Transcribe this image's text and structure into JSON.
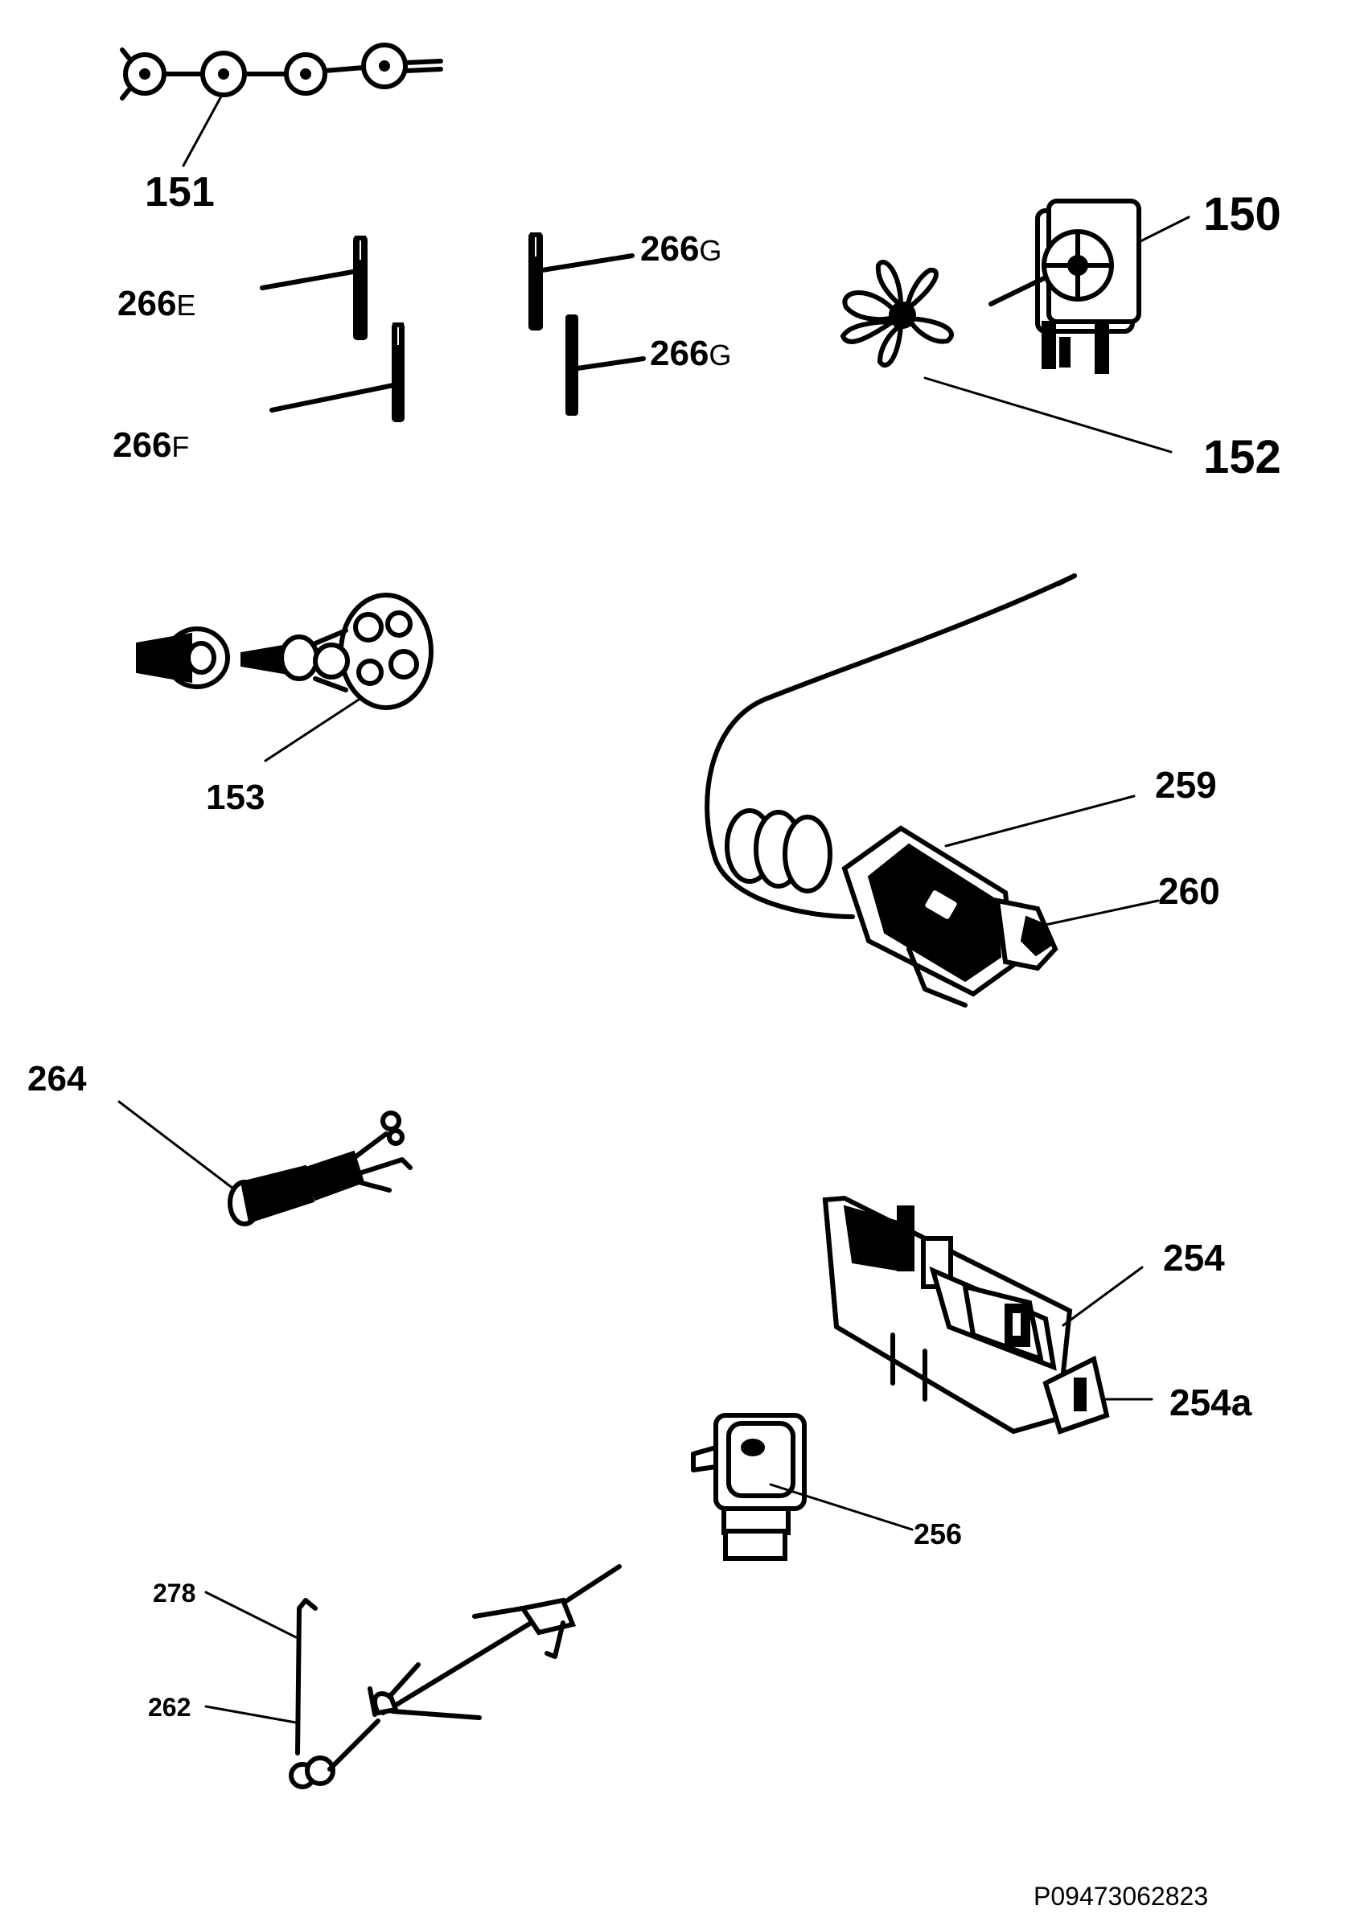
{
  "document_id": "P09473062823",
  "callouts": [
    {
      "key": "c151",
      "text": "151",
      "suffix": ""
    },
    {
      "key": "c150",
      "text": "150",
      "suffix": ""
    },
    {
      "key": "c152",
      "text": "152",
      "suffix": ""
    },
    {
      "key": "c266E",
      "text": "266",
      "suffix": "E"
    },
    {
      "key": "c266F",
      "text": "266",
      "suffix": "F"
    },
    {
      "key": "c266G1",
      "text": "266",
      "suffix": "G"
    },
    {
      "key": "c266G2",
      "text": "266",
      "suffix": "G"
    },
    {
      "key": "c153",
      "text": "153",
      "suffix": ""
    },
    {
      "key": "c259",
      "text": "259",
      "suffix": ""
    },
    {
      "key": "c260",
      "text": "260",
      "suffix": ""
    },
    {
      "key": "c264",
      "text": "264",
      "suffix": ""
    },
    {
      "key": "c254",
      "text": "254",
      "suffix": ""
    },
    {
      "key": "c254a",
      "text": "254a",
      "suffix": ""
    },
    {
      "key": "c256",
      "text": "256",
      "suffix": ""
    },
    {
      "key": "c278",
      "text": "278",
      "suffix": ""
    },
    {
      "key": "c262",
      "text": "262",
      "suffix": ""
    }
  ]
}
